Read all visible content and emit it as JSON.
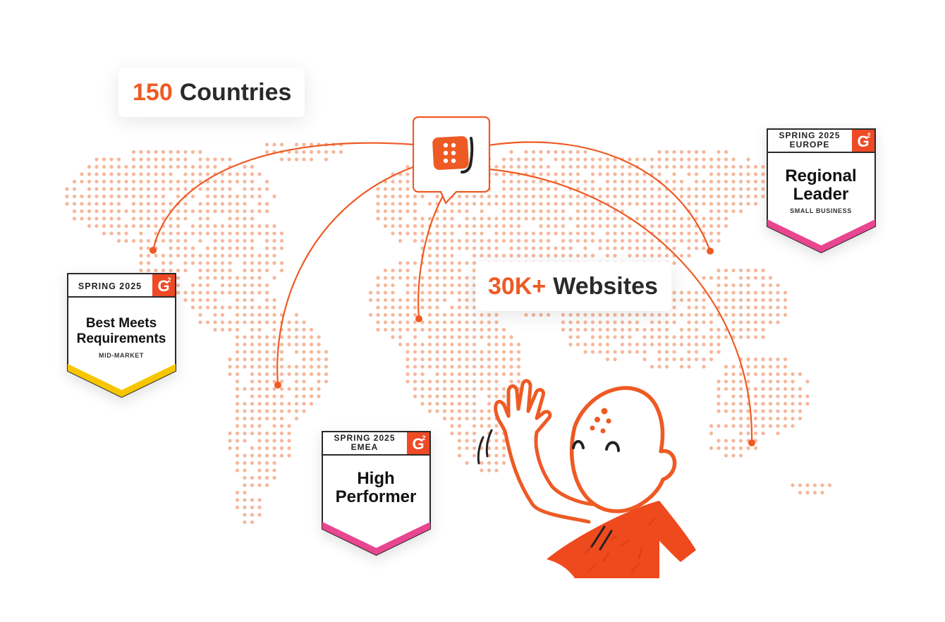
{
  "stats": {
    "countries": {
      "number": "150",
      "label": "Countries"
    },
    "websites": {
      "number": "30K+",
      "label": "Websites"
    }
  },
  "badges": [
    {
      "id": "best-meets-requirements",
      "season": "SPRING 2025",
      "region": "",
      "title_lines": [
        "Best Meets",
        "Requirements"
      ],
      "segment": "MID-MARKET",
      "ribbon_color": "#f7c600"
    },
    {
      "id": "high-performer",
      "season": "SPRING 2025",
      "region": "EMEA",
      "title_lines": [
        "High",
        "Performer"
      ],
      "segment": "",
      "ribbon_color": "#e8468f"
    },
    {
      "id": "regional-leader",
      "season": "SPRING 2025",
      "region": "EUROPE",
      "title_lines": [
        "Regional",
        "Leader"
      ],
      "segment": "SMALL BUSINESS",
      "ribbon_color": "#e8468f"
    }
  ],
  "g2_logo": {
    "letter": "G",
    "superscript": "2",
    "color": "#ef4a26"
  },
  "colors": {
    "accent": "#ee5a24",
    "map_dot": "#f6b79b",
    "text_dark": "#2a2a2a",
    "character_shirt": "#ee4a1d"
  },
  "icons": {
    "app_logo": "chat-grid-logo-icon",
    "mascot": "waving-character-icon"
  }
}
